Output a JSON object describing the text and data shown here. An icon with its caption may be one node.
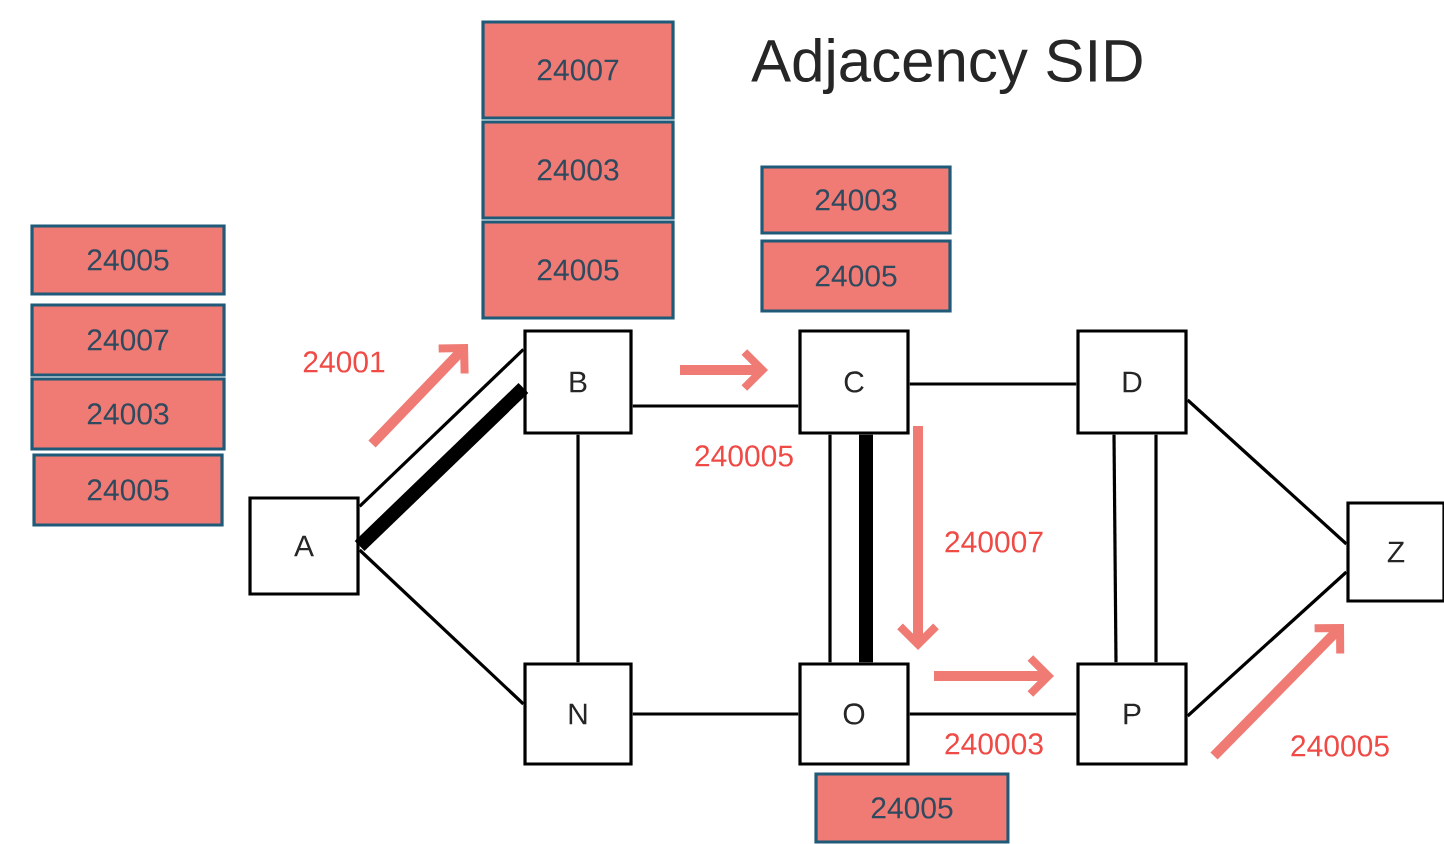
{
  "diagram": {
    "title": "Adjacency SID",
    "nodes": [
      {
        "text": [
          "A"
        ]
      },
      {
        "text": [
          "B"
        ]
      },
      {
        "text": [
          "C"
        ]
      },
      {
        "text": [
          "D"
        ]
      },
      {
        "text": [
          "N"
        ]
      },
      {
        "text": [
          "O"
        ]
      },
      {
        "text": [
          "P"
        ]
      },
      {
        "text": [
          "Z"
        ]
      },
      {
        "text": [
          "24007"
        ]
      },
      {
        "text": [
          "24003"
        ]
      },
      {
        "text": [
          "24005"
        ]
      },
      {
        "text": [
          "24003"
        ]
      },
      {
        "text": [
          "24005"
        ]
      },
      {
        "text": [
          "24005"
        ]
      },
      {
        "text": [
          "24007"
        ]
      },
      {
        "text": [
          "24003"
        ]
      },
      {
        "text": [
          "24005"
        ]
      },
      {
        "text": [
          "24005"
        ]
      }
    ],
    "edges": [
      {
        "from": 0,
        "to": 1,
        "arrow": "none"
      },
      {
        "from": 0,
        "to": 1,
        "arrow": "none",
        "style": "thick"
      },
      {
        "from": 0,
        "to": 4,
        "arrow": "none"
      },
      {
        "from": 1,
        "to": 2,
        "arrow": "none"
      },
      {
        "from": 1,
        "to": 4,
        "arrow": "none"
      },
      {
        "from": 2,
        "to": 3,
        "arrow": "none"
      },
      {
        "from": 2,
        "to": 5,
        "arrow": "none"
      },
      {
        "from": 2,
        "to": 5,
        "arrow": "none",
        "style": "thick"
      },
      {
        "from": 3,
        "to": 6,
        "arrow": "none"
      },
      {
        "from": 3,
        "to": 6,
        "arrow": "none"
      },
      {
        "from": 3,
        "to": 7,
        "arrow": "none"
      },
      {
        "from": 4,
        "to": 5,
        "arrow": "none"
      },
      {
        "from": 5,
        "to": 6,
        "arrow": "none"
      },
      {
        "from": 6,
        "to": 7,
        "arrow": "none"
      }
    ],
    "labels": [
      "24001",
      "240005",
      "240007",
      "240003",
      "240005"
    ]
  }
}
